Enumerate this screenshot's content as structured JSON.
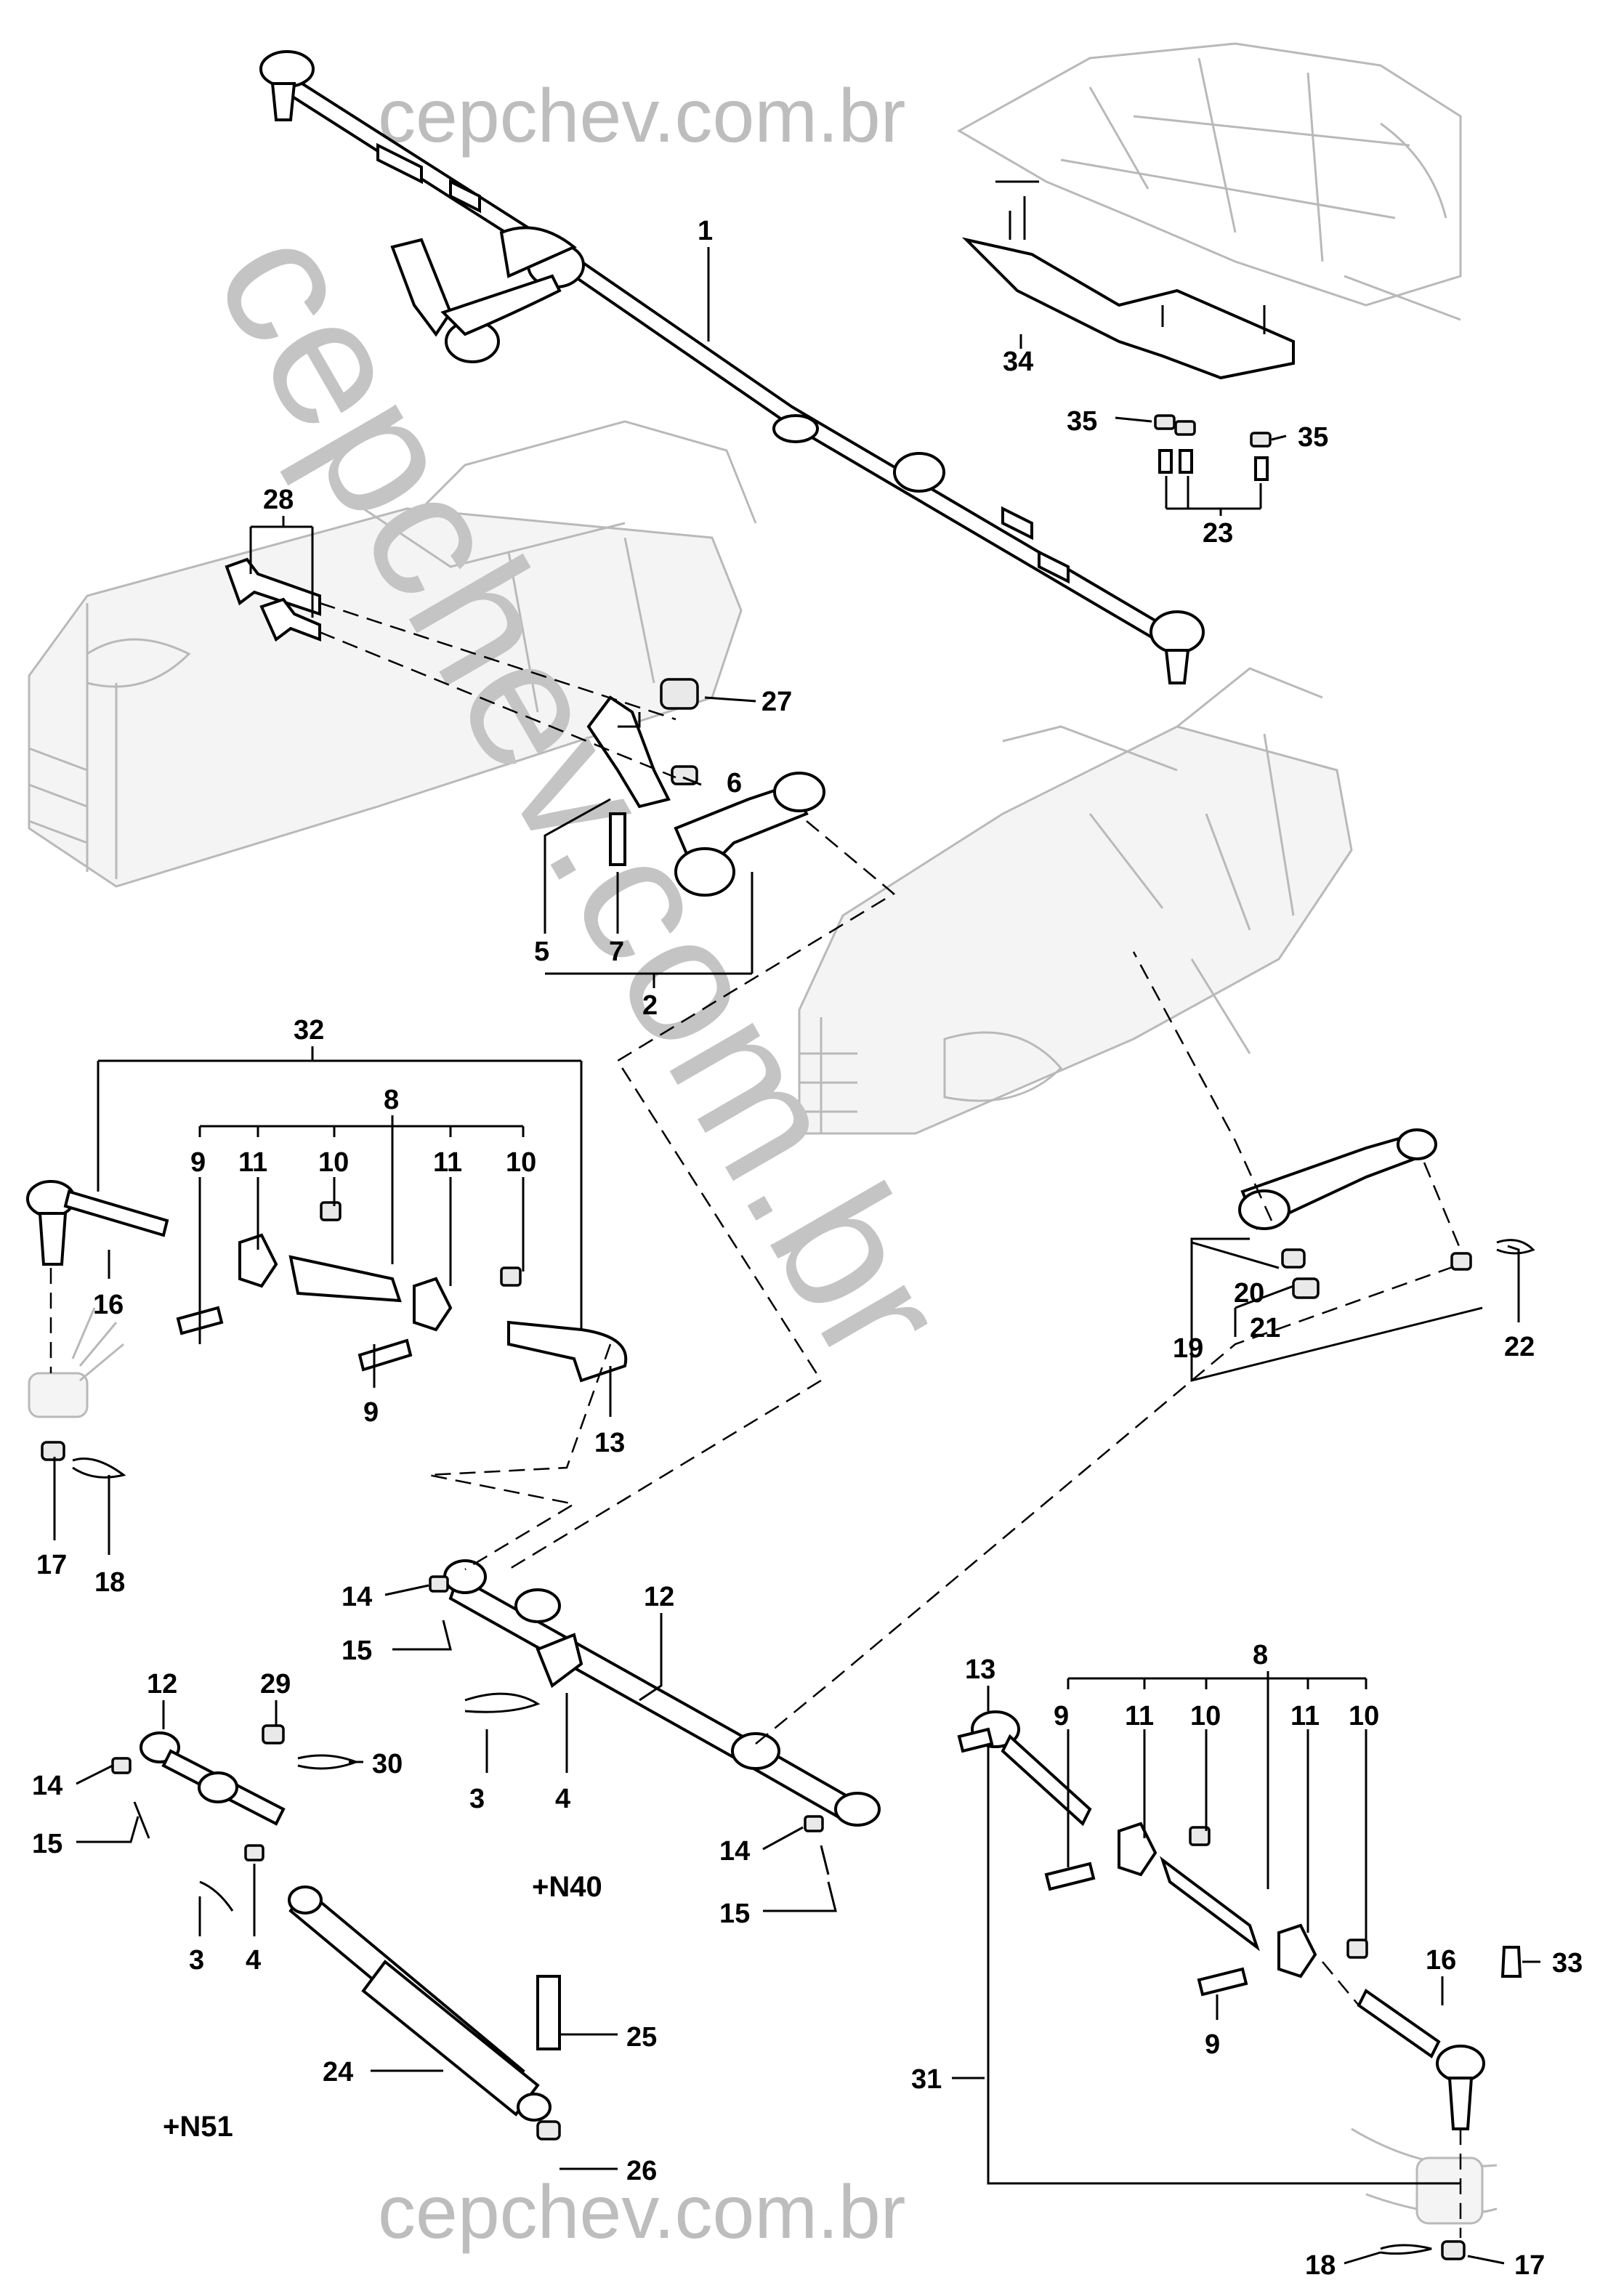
{
  "watermark": {
    "top": "cepchev.com.br",
    "bottom": "cepchev.com.br",
    "diagonal": "cepchev.com.br"
  },
  "notes": {
    "n40": "+N40",
    "n51": "+N51"
  },
  "callouts": [
    {
      "id": "c1",
      "label": "1"
    },
    {
      "id": "c34",
      "label": "34"
    },
    {
      "id": "c35a",
      "label": "35"
    },
    {
      "id": "c35b",
      "label": "35"
    },
    {
      "id": "c23",
      "label": "23"
    },
    {
      "id": "c28",
      "label": "28"
    },
    {
      "id": "c27",
      "label": "27"
    },
    {
      "id": "c6",
      "label": "6"
    },
    {
      "id": "c5",
      "label": "5"
    },
    {
      "id": "c7",
      "label": "7"
    },
    {
      "id": "c2",
      "label": "2"
    },
    {
      "id": "c32",
      "label": "32"
    },
    {
      "id": "c8a",
      "label": "8"
    },
    {
      "id": "c9a",
      "label": "9"
    },
    {
      "id": "c11a",
      "label": "11"
    },
    {
      "id": "c10a",
      "label": "10"
    },
    {
      "id": "c11b",
      "label": "11"
    },
    {
      "id": "c10b",
      "label": "10"
    },
    {
      "id": "c16a",
      "label": "16"
    },
    {
      "id": "c9b",
      "label": "9"
    },
    {
      "id": "c13a",
      "label": "13"
    },
    {
      "id": "c17a",
      "label": "17"
    },
    {
      "id": "c18a",
      "label": "18"
    },
    {
      "id": "c20",
      "label": "20"
    },
    {
      "id": "c21",
      "label": "21"
    },
    {
      "id": "c19",
      "label": "19"
    },
    {
      "id": "c22",
      "label": "22"
    },
    {
      "id": "c14a",
      "label": "14"
    },
    {
      "id": "c15a",
      "label": "15"
    },
    {
      "id": "c12a",
      "label": "12"
    },
    {
      "id": "c3a",
      "label": "3"
    },
    {
      "id": "c4a",
      "label": "4"
    },
    {
      "id": "c12b",
      "label": "12"
    },
    {
      "id": "c29",
      "label": "29"
    },
    {
      "id": "c30",
      "label": "30"
    },
    {
      "id": "c14b",
      "label": "14"
    },
    {
      "id": "c15b",
      "label": "15"
    },
    {
      "id": "c3b",
      "label": "3"
    },
    {
      "id": "c4b",
      "label": "4"
    },
    {
      "id": "c14c",
      "label": "14"
    },
    {
      "id": "c15c",
      "label": "15"
    },
    {
      "id": "c13b",
      "label": "13"
    },
    {
      "id": "c8b",
      "label": "8"
    },
    {
      "id": "c9c",
      "label": "9"
    },
    {
      "id": "c11c",
      "label": "11"
    },
    {
      "id": "c10c",
      "label": "10"
    },
    {
      "id": "c11d",
      "label": "11"
    },
    {
      "id": "c10d",
      "label": "10"
    },
    {
      "id": "c16b",
      "label": "16"
    },
    {
      "id": "c33",
      "label": "33"
    },
    {
      "id": "c9d",
      "label": "9"
    },
    {
      "id": "c31",
      "label": "31"
    },
    {
      "id": "c25",
      "label": "25"
    },
    {
      "id": "c24",
      "label": "24"
    },
    {
      "id": "c26",
      "label": "26"
    },
    {
      "id": "c18b",
      "label": "18"
    },
    {
      "id": "c17b",
      "label": "17"
    }
  ]
}
